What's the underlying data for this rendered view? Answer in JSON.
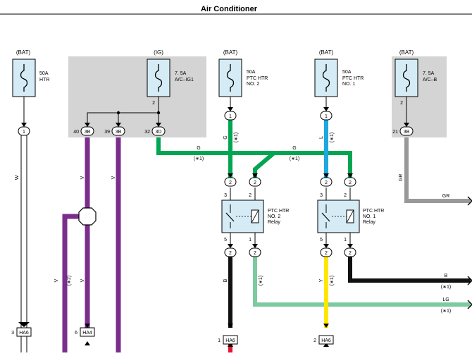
{
  "title": "Air Conditioner",
  "colors": {
    "green": "#00a651",
    "blue": "#1fa7e1",
    "purple": "#7b2d8e",
    "gray": "#999999",
    "black": "#111111",
    "light_green": "#7dc9a0",
    "yellow": "#ffe600",
    "red": "#e8112d",
    "box": "#d4d4d4",
    "fuse": "#d5ebf5"
  },
  "fuses": [
    {
      "source": "(BAT)",
      "rating": "50A",
      "name": "HTR"
    },
    {
      "source": "(IG)",
      "rating": "7. 5A",
      "name": "A/C–IG1"
    },
    {
      "source": "(BAT)",
      "rating": "50A",
      "name": "PTC HTR\nNO. 2"
    },
    {
      "source": "(BAT)",
      "rating": "50A",
      "name": "PTC HTR\nNO. 1"
    },
    {
      "source": "(BAT)",
      "rating": "7. 5A",
      "name": "A/C–B"
    }
  ],
  "relays": [
    {
      "name": "PTC HTR\nNO. 2\nRelay"
    },
    {
      "name": "PTC HTR\nNO. 1\nRelay"
    }
  ],
  "pins": {
    "p1": "1",
    "p2": "2",
    "p3": "3",
    "p5": "5",
    "p40": "40",
    "p39": "39",
    "p32": "32",
    "p21": "21",
    "p6": "6"
  },
  "connectors": {
    "c3b": "3B",
    "c3d": "3D",
    "ha6": "HA6",
    "ha4": "HA4"
  },
  "wires": {
    "W": "W",
    "V": "V",
    "G": "G",
    "L": "L",
    "GR": "GR",
    "B": "B",
    "Y": "Y",
    "LG": "LG",
    "n1": "(∗1)",
    "n2": "(∗2)"
  }
}
